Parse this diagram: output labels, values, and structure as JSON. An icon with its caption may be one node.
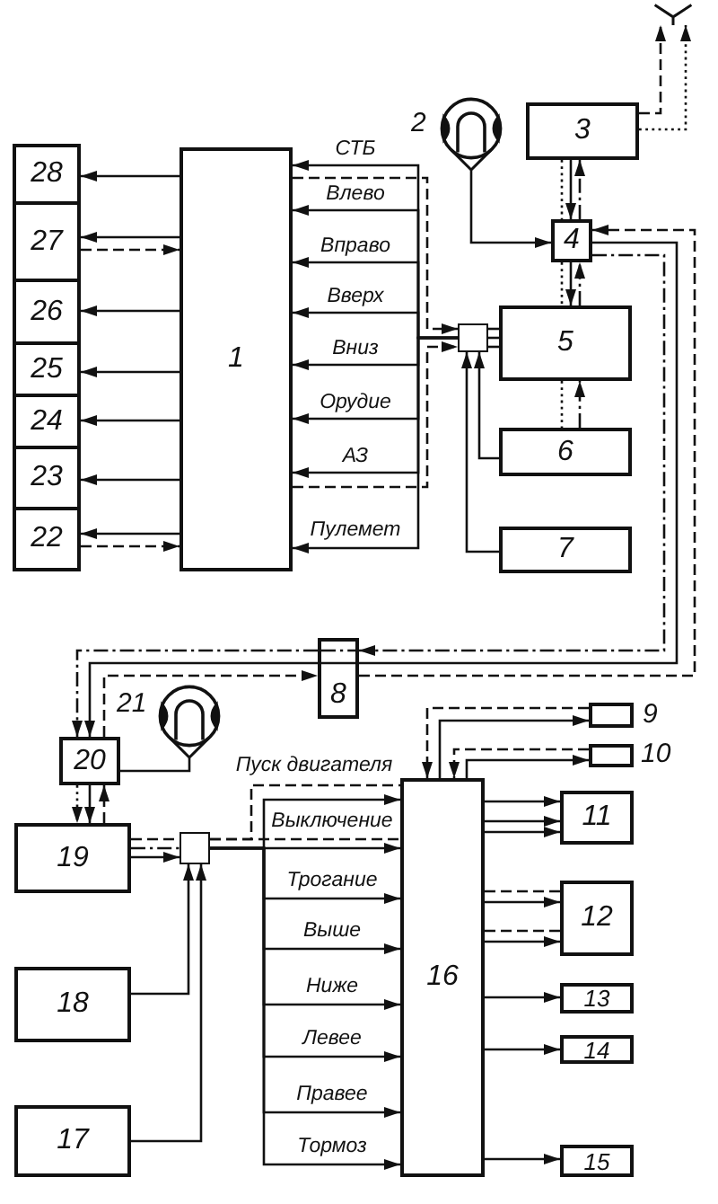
{
  "diagram": {
    "nodes": [
      {
        "text": [
          "28"
        ]
      },
      {
        "text": [
          "27"
        ]
      },
      {
        "text": [
          "26"
        ]
      },
      {
        "text": [
          "25"
        ]
      },
      {
        "text": [
          "24"
        ]
      },
      {
        "text": [
          "23"
        ]
      },
      {
        "text": [
          "22"
        ]
      },
      {
        "text": [
          "1"
        ]
      },
      {
        "text": [],
        "shape": "antenna"
      },
      {
        "text": [],
        "shape": "headphones",
        "beside": [
          "2"
        ]
      },
      {
        "text": [
          "3"
        ]
      },
      {
        "text": [
          "4"
        ]
      },
      {
        "text": [],
        "shape": "box"
      },
      {
        "text": [
          "5"
        ]
      },
      {
        "text": [
          "6"
        ]
      },
      {
        "text": [
          "7"
        ]
      },
      {
        "text": [
          "8"
        ]
      },
      {
        "text": [
          "20"
        ]
      },
      {
        "text": [],
        "shape": "headphones",
        "beside": [
          "21"
        ]
      },
      {
        "text": [],
        "shape": "box",
        "beside": [
          "9"
        ]
      },
      {
        "text": [],
        "shape": "box",
        "beside": [
          "10"
        ]
      },
      {
        "text": [
          "19"
        ]
      },
      {
        "text": [],
        "shape": "box"
      },
      {
        "text": [
          "16"
        ]
      },
      {
        "text": [
          "11"
        ]
      },
      {
        "text": [
          "12"
        ]
      },
      {
        "text": [
          "13"
        ]
      },
      {
        "text": [
          "14"
        ]
      },
      {
        "text": [
          "18"
        ]
      },
      {
        "text": [
          "17"
        ]
      },
      {
        "text": [
          "15"
        ]
      }
    ],
    "edges": [
      {
        "from": 7,
        "to": 0,
        "arrow": "to"
      },
      {
        "from": 7,
        "to": 1,
        "arrow": "to"
      },
      {
        "from": 1,
        "to": 7,
        "arrow": "to",
        "style": "dashed"
      },
      {
        "from": 7,
        "to": 2,
        "arrow": "to"
      },
      {
        "from": 7,
        "to": 3,
        "arrow": "to"
      },
      {
        "from": 7,
        "to": 4,
        "arrow": "to"
      },
      {
        "from": 7,
        "to": 5,
        "arrow": "to"
      },
      {
        "from": 7,
        "to": 6,
        "arrow": "to"
      },
      {
        "from": 6,
        "to": 7,
        "arrow": "to",
        "style": "dashed"
      },
      {
        "from": 12,
        "to": 7,
        "arrow": "to",
        "label": "СТБ"
      },
      {
        "from": 12,
        "to": 7,
        "arrow": "to",
        "label": "Влево"
      },
      {
        "from": 12,
        "to": 7,
        "arrow": "to",
        "label": "Вправо"
      },
      {
        "from": 12,
        "to": 7,
        "arrow": "to",
        "label": "Вверх"
      },
      {
        "from": 12,
        "to": 7,
        "arrow": "to",
        "label": "Вниз"
      },
      {
        "from": 12,
        "to": 7,
        "arrow": "to",
        "label": "Орудие"
      },
      {
        "from": 12,
        "to": 7,
        "arrow": "to",
        "label": "АЗ"
      },
      {
        "from": 12,
        "to": 7,
        "arrow": "to",
        "label": "Пулемет"
      },
      {
        "from": 7,
        "to": 12,
        "arrow": "to",
        "style": "dashed"
      },
      {
        "from": 7,
        "to": 12,
        "arrow": "to",
        "style": "dashed"
      },
      {
        "from": 13,
        "to": 12,
        "arrow": "none",
        "style": "dashed"
      },
      {
        "from": 13,
        "to": 12,
        "arrow": "none"
      },
      {
        "from": 13,
        "to": 12,
        "arrow": "none",
        "style": "dashed"
      },
      {
        "from": 14,
        "to": 12,
        "arrow": "to"
      },
      {
        "from": 15,
        "to": 12,
        "arrow": "to"
      },
      {
        "from": 9,
        "to": 11,
        "arrow": "to"
      },
      {
        "from": 10,
        "to": 8,
        "arrow": "to",
        "style": "dashed"
      },
      {
        "from": 10,
        "to": 8,
        "arrow": "to",
        "style": "dashed"
      },
      {
        "from": 10,
        "to": 11,
        "arrow": "to"
      },
      {
        "from": 11,
        "to": 10,
        "arrow": "to",
        "style": "dashed"
      },
      {
        "from": 10,
        "to": 11,
        "arrow": "none",
        "style": "dashed"
      },
      {
        "from": 11,
        "to": 13,
        "arrow": "to"
      },
      {
        "from": 13,
        "to": 11,
        "arrow": "to",
        "style": "dashed"
      },
      {
        "from": 11,
        "to": 13,
        "arrow": "none",
        "style": "dashed"
      },
      {
        "from": 13,
        "to": 14,
        "arrow": "none",
        "style": "dashed"
      },
      {
        "from": 14,
        "to": 13,
        "arrow": "to",
        "style": "dashed"
      },
      {
        "from": 16,
        "to": 11,
        "arrow": "to",
        "style": "dashed"
      },
      {
        "from": 11,
        "to": 16,
        "arrow": "none"
      },
      {
        "from": 11,
        "to": 16,
        "arrow": "to",
        "style": "dashed"
      },
      {
        "from": 16,
        "to": 17,
        "arrow": "to",
        "style": "dashed"
      },
      {
        "from": 16,
        "to": 17,
        "arrow": "to"
      },
      {
        "from": 17,
        "to": 16,
        "arrow": "to",
        "style": "dashed"
      },
      {
        "from": 18,
        "to": 17,
        "arrow": "none"
      },
      {
        "from": 17,
        "to": 21,
        "arrow": "to",
        "style": "dashed"
      },
      {
        "from": 17,
        "to": 21,
        "arrow": "to"
      },
      {
        "from": 21,
        "to": 17,
        "arrow": "to",
        "style": "dashed"
      },
      {
        "from": 21,
        "to": 22,
        "arrow": "to"
      },
      {
        "from": 21,
        "to": 22,
        "arrow": "none",
        "style": "dashed"
      },
      {
        "from": 21,
        "to": 22,
        "arrow": "none",
        "style": "dashed"
      },
      {
        "from": 28,
        "to": 22,
        "arrow": "to"
      },
      {
        "from": 29,
        "to": 22,
        "arrow": "to"
      },
      {
        "from": 22,
        "to": 23,
        "arrow": "to",
        "label": "Пуск двигателя"
      },
      {
        "from": 22,
        "to": 23,
        "arrow": "to",
        "label": "Выключение"
      },
      {
        "from": 22,
        "to": 23,
        "arrow": "to",
        "label": "Трогание"
      },
      {
        "from": 22,
        "to": 23,
        "arrow": "to",
        "label": "Выше"
      },
      {
        "from": 22,
        "to": 23,
        "arrow": "to",
        "label": "Ниже"
      },
      {
        "from": 22,
        "to": 23,
        "arrow": "to",
        "label": "Левее"
      },
      {
        "from": 22,
        "to": 23,
        "arrow": "to",
        "label": "Правее"
      },
      {
        "from": 22,
        "to": 23,
        "arrow": "to",
        "label": "Тормоз"
      },
      {
        "from": 22,
        "to": 23,
        "arrow": "none",
        "style": "dashed"
      },
      {
        "from": 22,
        "to": 23,
        "arrow": "none",
        "style": "dashed"
      },
      {
        "from": 19,
        "to": 23,
        "arrow": "to",
        "style": "dashed"
      },
      {
        "from": 23,
        "to": 19,
        "arrow": "to"
      },
      {
        "from": 20,
        "to": 23,
        "arrow": "to",
        "style": "dashed"
      },
      {
        "from": 23,
        "to": 20,
        "arrow": "to"
      },
      {
        "from": 23,
        "to": 24,
        "arrow": "to"
      },
      {
        "from": 23,
        "to": 24,
        "arrow": "to"
      },
      {
        "from": 23,
        "to": 24,
        "arrow": "to"
      },
      {
        "from": 23,
        "to": 25,
        "arrow": "none",
        "style": "dashed"
      },
      {
        "from": 23,
        "to": 25,
        "arrow": "to"
      },
      {
        "from": 23,
        "to": 25,
        "arrow": "none",
        "style": "dashed"
      },
      {
        "from": 23,
        "to": 25,
        "arrow": "to"
      },
      {
        "from": 23,
        "to": 26,
        "arrow": "to"
      },
      {
        "from": 23,
        "to": 27,
        "arrow": "to"
      },
      {
        "from": 23,
        "to": 30,
        "arrow": "to"
      }
    ]
  }
}
